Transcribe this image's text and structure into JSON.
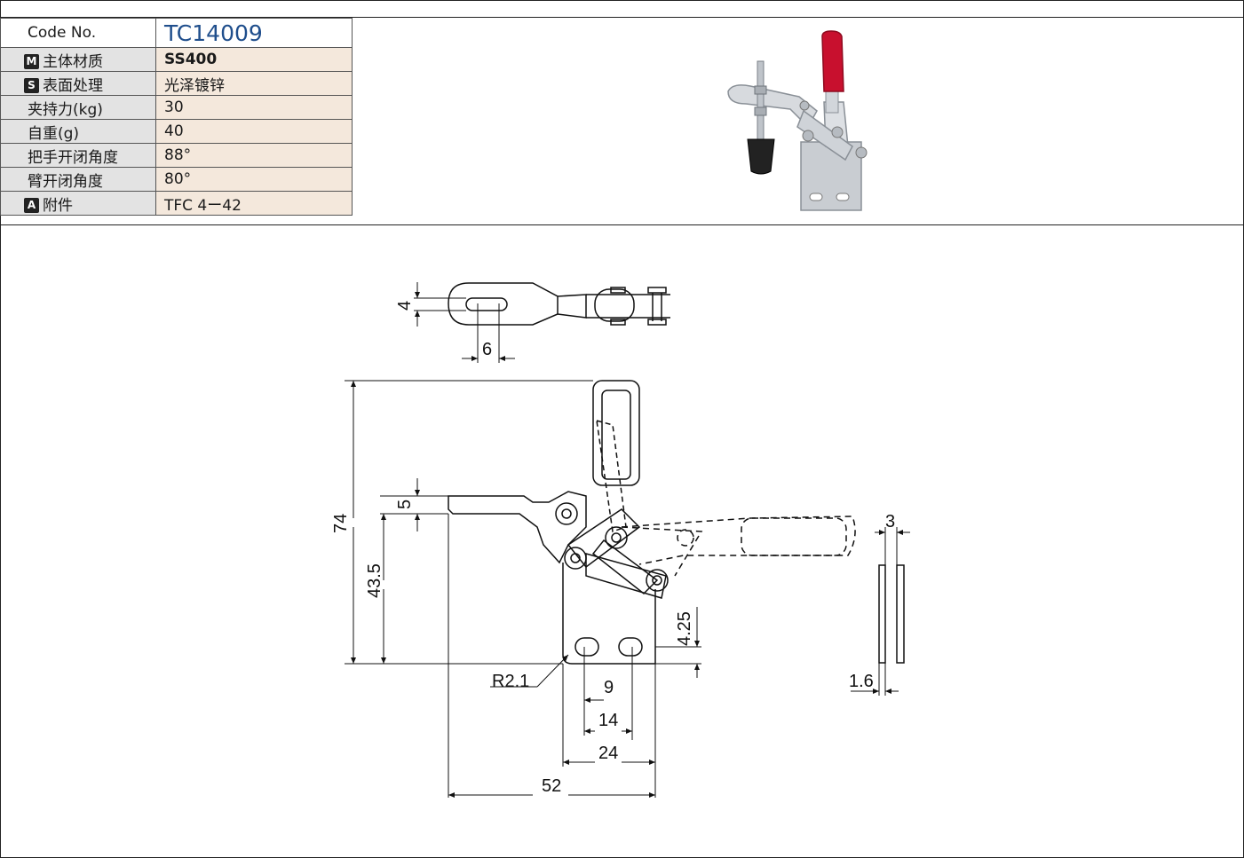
{
  "spec_table": {
    "code_label": "Code No.",
    "code_value": "TC14009",
    "rows": [
      {
        "badge": "M",
        "label": "主体材质",
        "value": "SS400"
      },
      {
        "badge": "S",
        "label": "表面处理",
        "value": "光泽镀锌"
      },
      {
        "badge": "",
        "label": "夹持力(kg)",
        "value": "30"
      },
      {
        "badge": "",
        "label": "自重(g)",
        "value": "40"
      },
      {
        "badge": "",
        "label": "把手开闭角度",
        "value": "88°"
      },
      {
        "badge": "",
        "label": "臂开闭角度",
        "value": "80°"
      },
      {
        "badge": "A",
        "label": "附件",
        "value": "TFC 4ー42"
      }
    ]
  },
  "colors": {
    "handle_grip": "#c8102e",
    "code_text": "#1f4e8c",
    "value_bg": "#f4e8dc",
    "label_bg": "#e3e3e3"
  },
  "dimensions": {
    "slot_width": "4",
    "slot_length": "6",
    "total_height": "74",
    "arm_thickness": "5",
    "spindle_height": "43.5",
    "hole_offset": "4.25",
    "corner_radius": "R2.1",
    "hole_slot": "9",
    "hole_pitch": "14",
    "base_width": "24",
    "overall_length": "52",
    "side_width": "3",
    "plate_thickness": "1.6"
  }
}
